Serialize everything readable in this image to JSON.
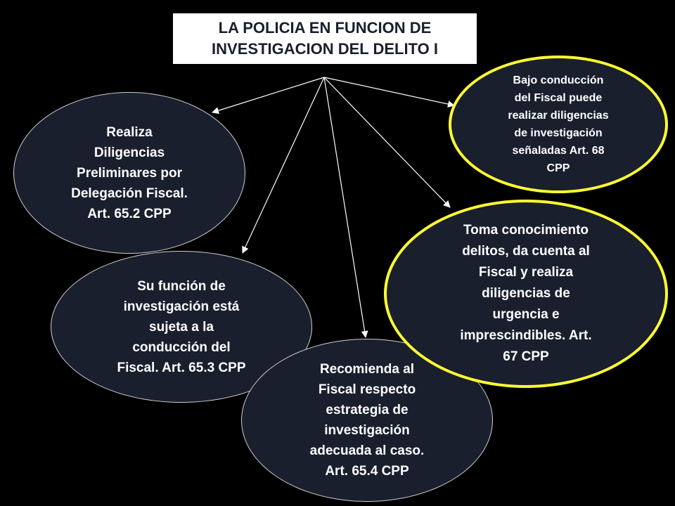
{
  "title": {
    "line1": "LA POLICIA EN FUNCION DE",
    "line2": "INVESTIGACION DEL DELITO I"
  },
  "nodes": {
    "realiza_diligencias": "Realiza\nDiligencias\nPreliminares por\nDelegación Fiscal.\nArt. 65.2 CPP",
    "funcion_investigacion": "Su función de\ninvestigación está\nsujeta a la\nconducción del\nFiscal. Art. 65.3  CPP",
    "recomienda": "Recomienda  al\nFiscal respecto\nestrategia de\ninvestigación\nadecuada al caso.\nArt. 65.4 CPP",
    "toma_conocimiento": "Toma conocimiento\ndelitos, da cuenta al\nFiscal y realiza\ndiligencias de\nurgencia e\nimprescindibles. Art.\n67 CPP",
    "bajo_conduccion": "Bajo conducción\ndel Fiscal puede\nrealizar  diligencias\nde investigación\nseñaladas Art. 68\nCPP"
  },
  "colors": {
    "background": "#000000",
    "node_fill": "#1a1f2e",
    "highlight_border": "#ffff33",
    "arrow": "#ffffff"
  }
}
